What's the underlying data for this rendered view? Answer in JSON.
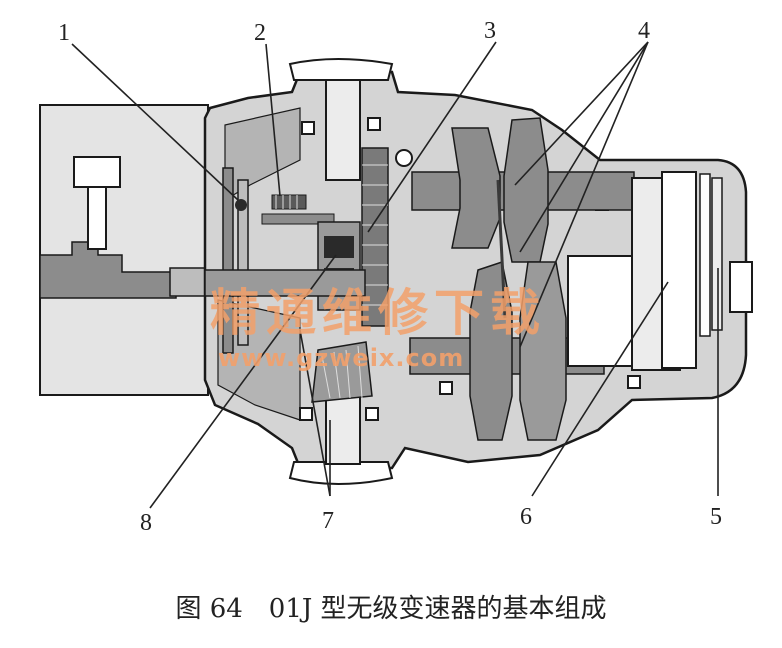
{
  "caption": "图 64　01J 型无级变速器的基本组成",
  "watermark": {
    "text_cn": "精通维修下载",
    "url": "www.gzweix.com",
    "color": "#f2a06a"
  },
  "callouts": [
    "1",
    "2",
    "3",
    "4",
    "5",
    "6",
    "7",
    "8"
  ],
  "colors": {
    "casing": "#d4d4d4",
    "dark_part": "#8c8c8c",
    "light_part": "#ececec",
    "outline": "#1a1a1a"
  }
}
